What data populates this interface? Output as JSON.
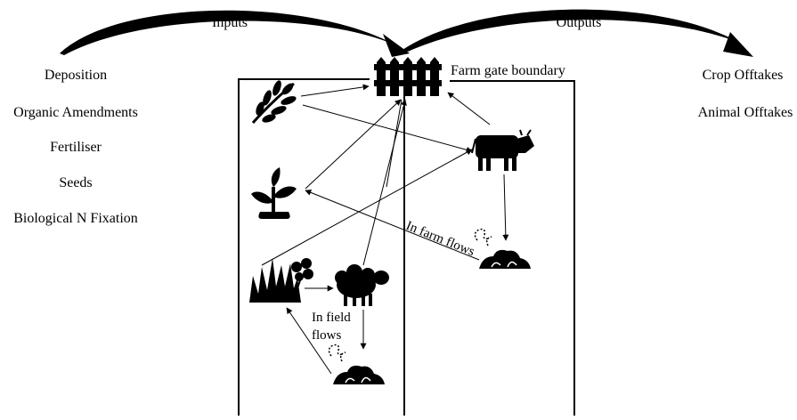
{
  "diagram": {
    "header": {
      "inputs_label": "Inputs",
      "outputs_label": "Outputs"
    },
    "boundary_label": "Farm gate boundary",
    "inputs": [
      "Deposition",
      "Organic Amendments",
      "Fertiliser",
      "Seeds",
      "Biological N Fixation"
    ],
    "outputs": [
      "Crop Offtakes",
      "Animal Offtakes"
    ],
    "in_farm_flows_label": "In farm flows",
    "in_field_flows_label": [
      "In field",
      "flows"
    ],
    "icons": {
      "fence": "fence-icon",
      "crop": "wheat-icon",
      "seedling": "seedling-icon",
      "grass": "grass-clover-icon",
      "sheep": "sheep-icon",
      "cow": "cow-icon",
      "manure_field": "manure-icon",
      "manure_farm": "manure-icon"
    },
    "colors": {
      "ink": "#000000",
      "background": "#ffffff"
    }
  }
}
